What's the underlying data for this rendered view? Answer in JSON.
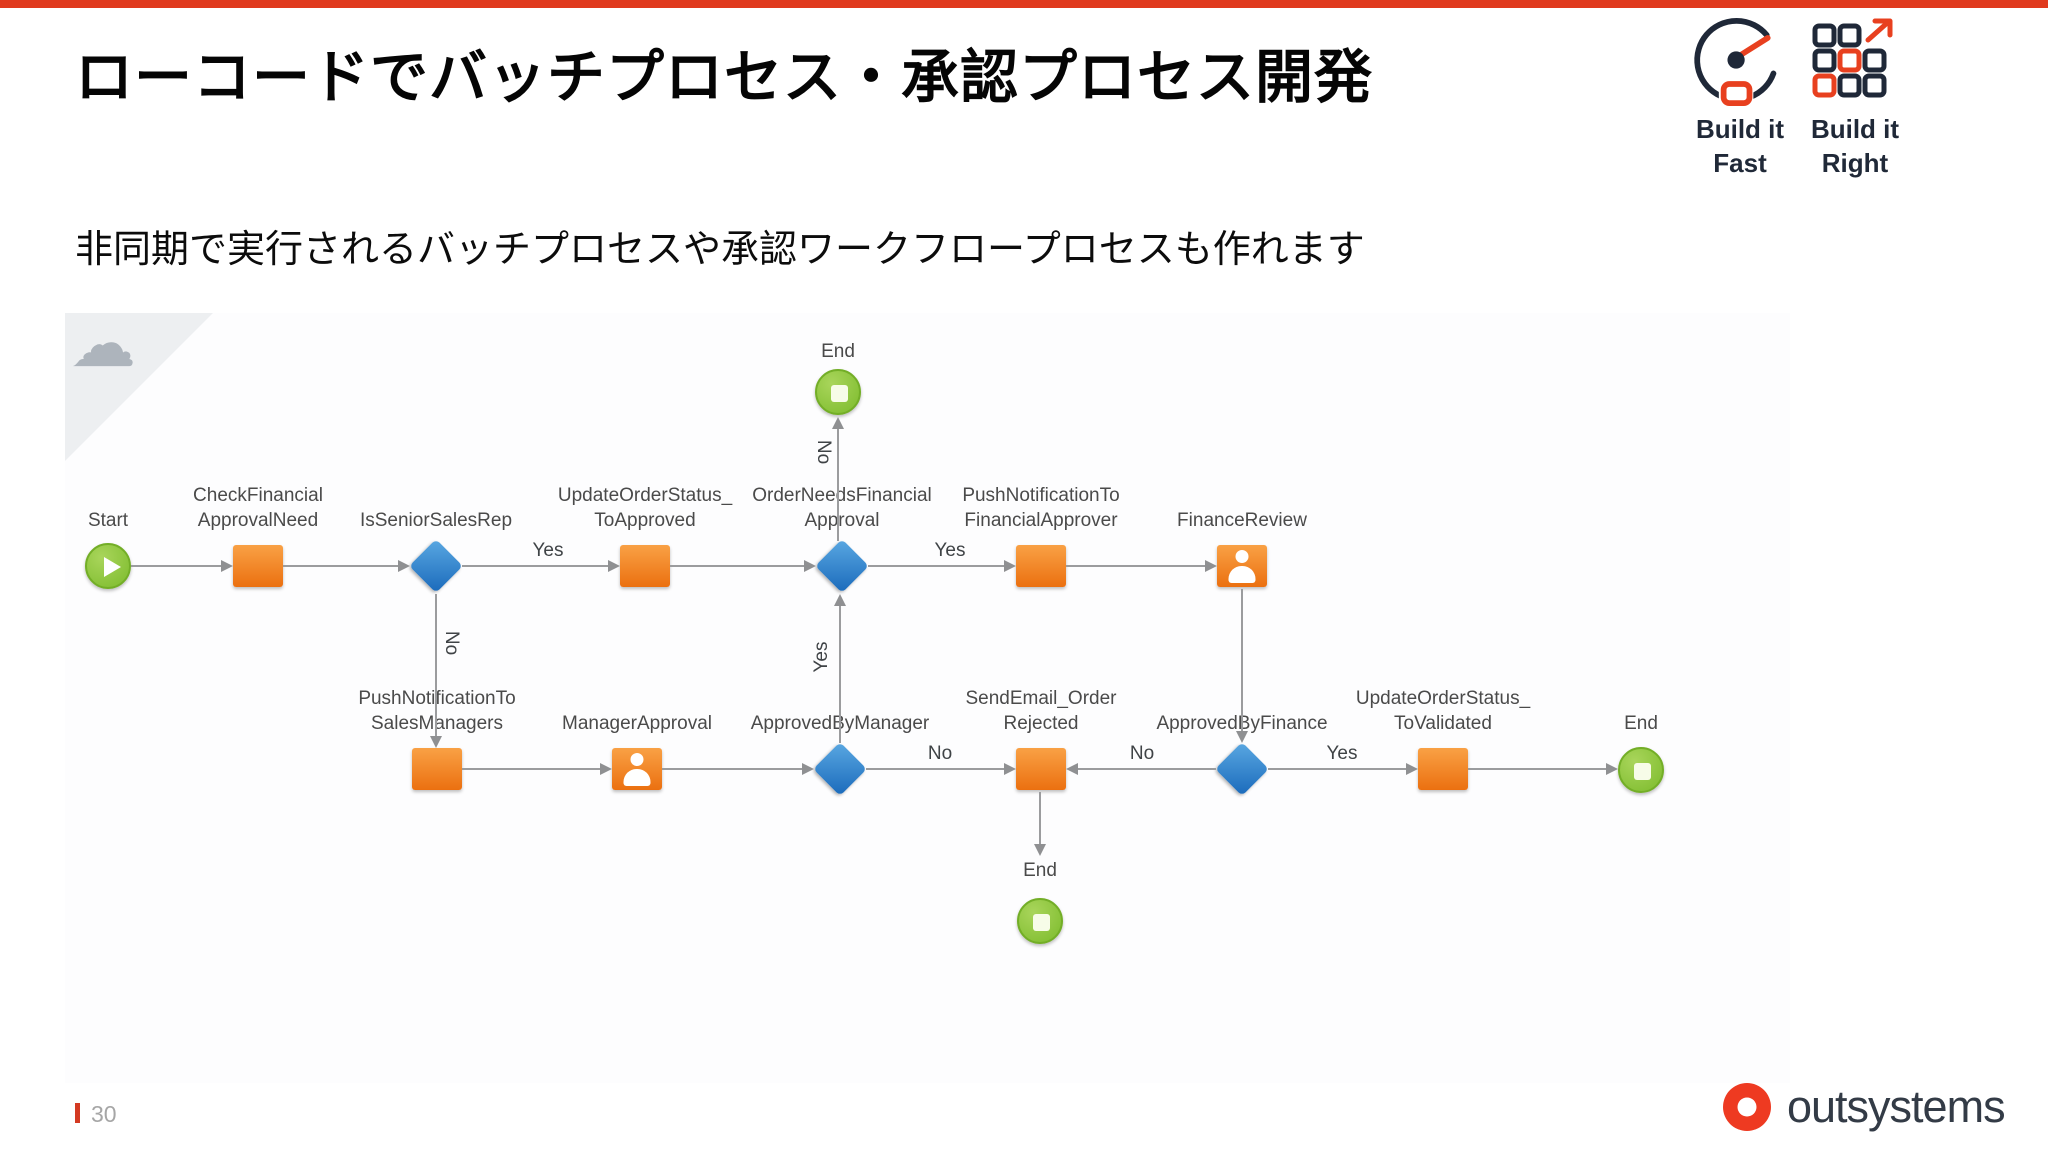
{
  "slide": {
    "title": "ローコードでバッチプロセス・承認プロセス開発",
    "subtitle": "非同期で実行されるバッチプロセスや承認ワークフロープロセスも作れます",
    "page_number": "30",
    "accent_color": "#E03A1E"
  },
  "badges": {
    "fast": {
      "icon": "gauge-icon",
      "label": "Build it\nFast"
    },
    "right": {
      "icon": "grid-arrow-icon",
      "label": "Build it\nRight"
    }
  },
  "logo": {
    "icon": "outsystems-ring-icon",
    "text": "outsystems",
    "red": "#EE3A21"
  },
  "icons": {
    "cloud": "☁"
  },
  "colors": {
    "action_orange": "#EC7211",
    "decision_blue": "#1A6ABB",
    "terminal_green": "#7CBB2C",
    "connector_gray": "#9b9c9e"
  },
  "diagram": {
    "nodes": {
      "start": "Start",
      "check_financial_approval_need": "CheckFinancial\nApprovalNeed",
      "is_senior_sales_rep": "IsSeniorSalesRep",
      "update_order_status_to_approved": "UpdateOrderStatus_\nToApproved",
      "order_needs_financial_approval": "OrderNeedsFinancial\nApproval",
      "push_notification_to_financial_approver": "PushNotificationTo\nFinancialApprover",
      "finance_review": "FinanceReview",
      "end_top": "End",
      "push_notification_to_sales_managers": "PushNotificationTo\nSalesManagers",
      "manager_approval": "ManagerApproval",
      "approved_by_manager": "ApprovedByManager",
      "send_email_order_rejected": "SendEmail_Order\nRejected",
      "approved_by_finance": "ApprovedByFinance",
      "update_order_status_to_validated": "UpdateOrderStatus_\nToValidated",
      "end_right": "End",
      "end_bottom": "End"
    },
    "edge_labels": {
      "senior_yes": "Yes",
      "senior_no": "No",
      "order_needs_yes": "Yes",
      "order_needs_no": "No",
      "manager_yes": "Yes",
      "manager_no": "No",
      "finance_no": "No",
      "finance_yes": "Yes"
    }
  }
}
